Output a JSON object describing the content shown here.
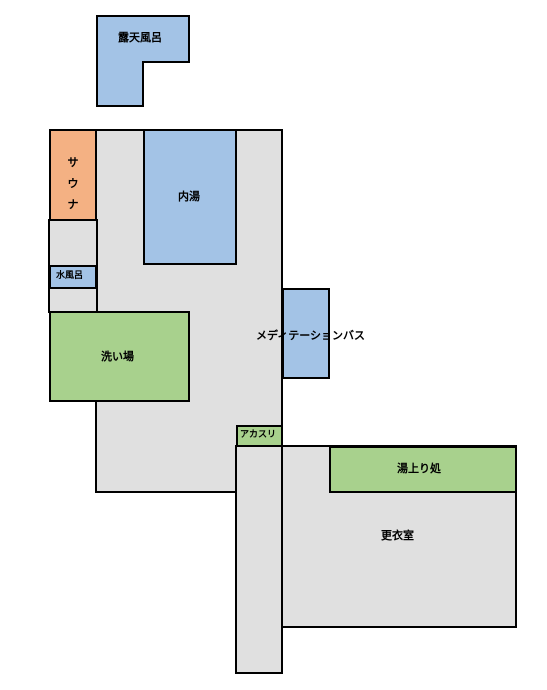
{
  "colors": {
    "corridor": "#e0e0e0",
    "bath": "#a3c3e6",
    "wash": "#a8d18d",
    "sauna": "#f4b183",
    "outline": "#000000"
  },
  "rooms": {
    "outdoor_bath": "露天風呂",
    "sauna": "サウナ",
    "indoor_bath": "内湯",
    "cold_bath": "水風呂",
    "meditation_bath": "メディテーションバス",
    "washing_area": "洗い場",
    "body_scrub": "アカスリ",
    "after_bath_lounge": "湯上り処",
    "changing_room": "更衣室"
  }
}
